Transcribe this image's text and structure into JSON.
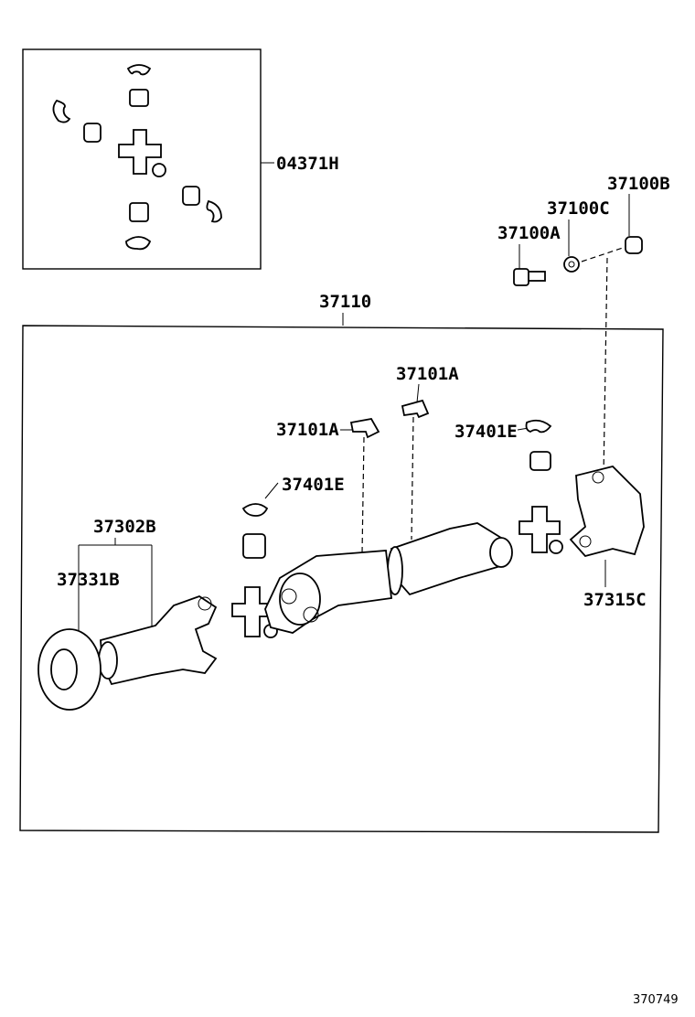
{
  "labels": {
    "kit_04371H": "04371H",
    "bolt_37100B": "37100B",
    "washer_37100C": "37100C",
    "bolt_37100A": "37100A",
    "shaft_assy_37110": "37110",
    "bracket_37101A_upper": "37101A",
    "bracket_37101A_lower": "37101A",
    "clip_37401E_right": "37401E",
    "clip_37401E_left": "37401E",
    "yoke_37302B": "37302B",
    "seal_37331B": "37331B",
    "flange_37315C": "37315C"
  },
  "diagram_id": "370749"
}
